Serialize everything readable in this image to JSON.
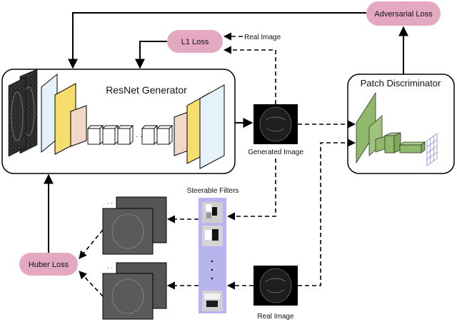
{
  "diagram": {
    "generator_title": "ResNet Generator",
    "discriminator_title": "Patch Discriminator",
    "l1_loss": "L1 Loss",
    "adversarial_loss": "Adversarial Loss",
    "huber_loss": "Huber Loss",
    "real_image_top": "Real Image",
    "generated_image": "Generated Image",
    "steerable_filters": "Steerable Filters",
    "real_image_bottom": "Real Image",
    "dots_generator": "· · ·",
    "dots_stack_a": "· ·",
    "dots_stack_b": "· ·",
    "dots_filters": "·\n·\n·"
  },
  "colors": {
    "loss_fill": "#e4a8c0",
    "filter_strip": "#b7b4ee",
    "yellow_block": "#f5de6d",
    "peach_block": "#f1d8c8",
    "blue_block": "#e6f2fa",
    "green_block": "#8fb86a",
    "grid_color": "#7777cc"
  }
}
